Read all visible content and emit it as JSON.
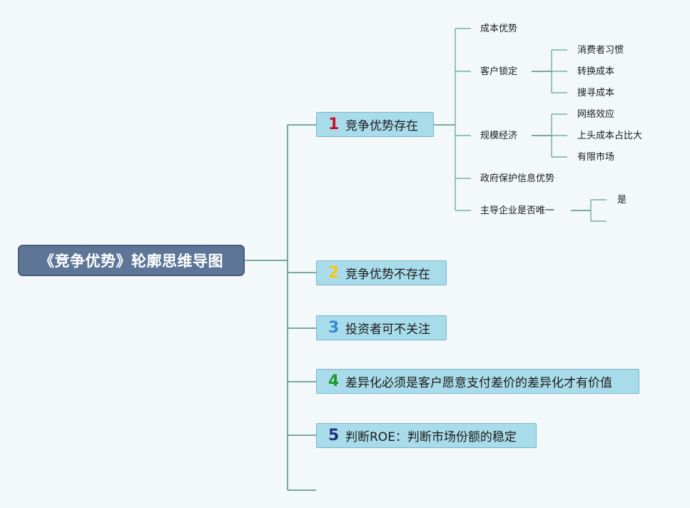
{
  "root": {
    "title": "《竞争优势》轮廓思维导图"
  },
  "branches": [
    {
      "num": "1",
      "num_color": "#c8102e",
      "label": "竞争优势存在"
    },
    {
      "num": "2",
      "num_color": "#f2c418",
      "label": "竞争优势不存在"
    },
    {
      "num": "3",
      "num_color": "#2e8bd6",
      "label": "投资者可不关注"
    },
    {
      "num": "4",
      "num_color": "#1f9a2e",
      "label": "差异化必须是客户愿意支付差价的差异化才有价值"
    },
    {
      "num": "5",
      "num_color": "#1d2f7a",
      "label": "判断ROE：判断市场份额的稳定"
    }
  ],
  "sub1": [
    {
      "label": "成本优势"
    },
    {
      "label": "客户锁定",
      "children": [
        "消费者习惯",
        "转换成本",
        "搜寻成本"
      ]
    },
    {
      "label": "规模经济",
      "children": [
        "网络效应",
        "上头成本占比大",
        "有限市场"
      ]
    },
    {
      "label": "政府保护信息优势"
    },
    {
      "label": "主导企业是否唯一",
      "children": [
        "是"
      ]
    }
  ],
  "colors": {
    "background": "#f3f8fa",
    "root_fill": "#5d7597",
    "branch_fill": "#a9dcea",
    "connector": "#4f9080"
  }
}
